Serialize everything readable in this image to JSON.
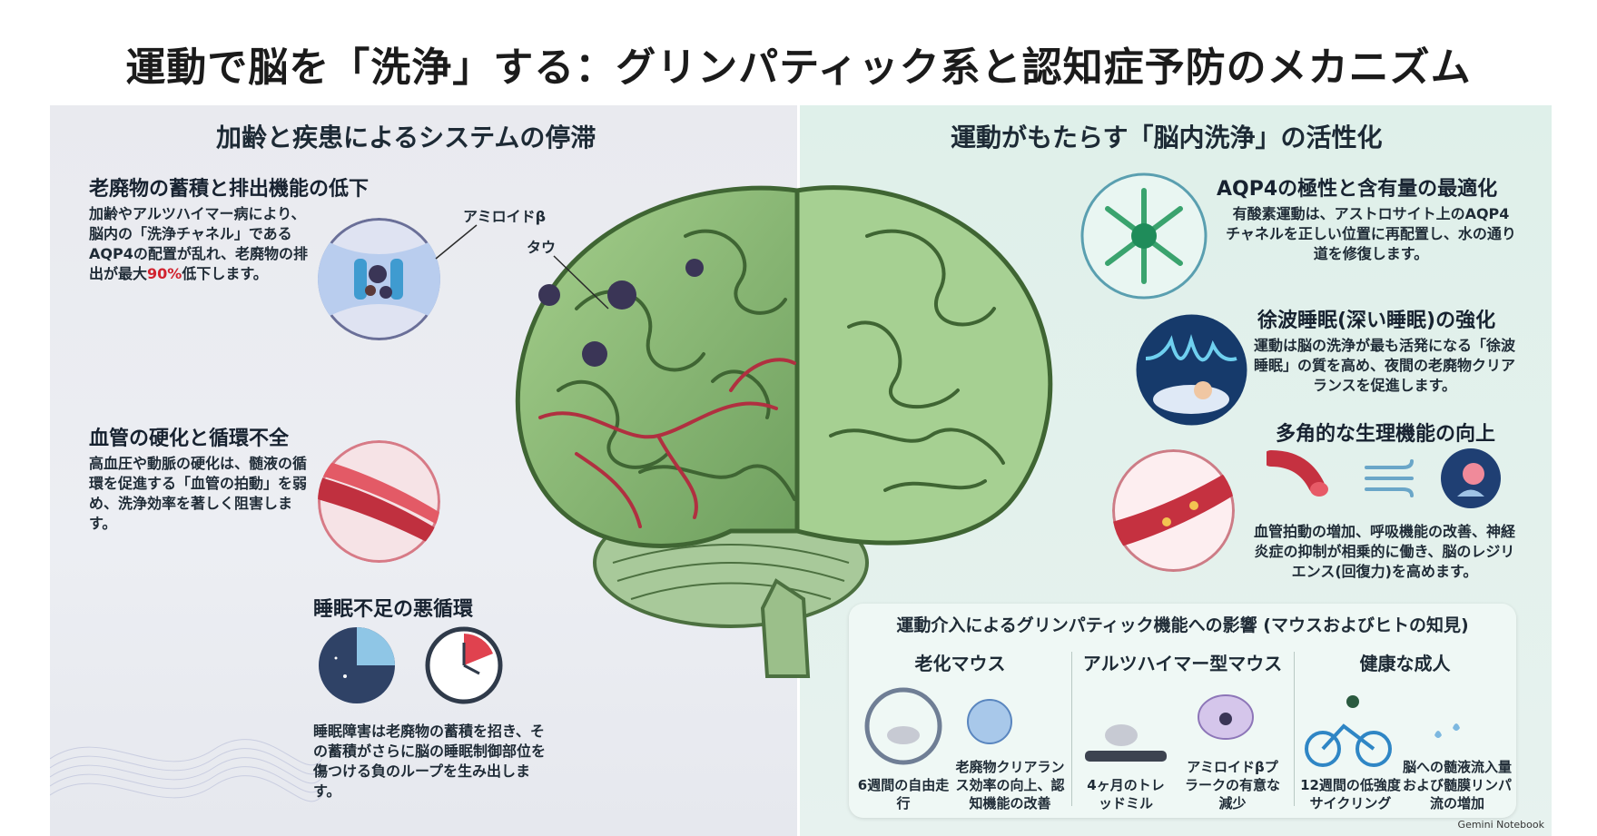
{
  "title": "運動で脳を「洗浄」する：グリンパティック系と認知症予防のメカニズム",
  "left": {
    "title": "加齢と疾患によるシステムの停滞",
    "waste": {
      "heading": "老廃物の蓄積と排出機能の低下",
      "text_pre": "加齢やアルツハイマー病により、脳内の「洗浄チャネル」であるAQP4の配置が乱れ、老廃物の排出が最大",
      "text_highlight": "90%",
      "text_post": "低下します。",
      "label_amyloid": "アミロイドβ",
      "label_tau": "タウ"
    },
    "vessel": {
      "heading": "血管の硬化と循環不全",
      "text": "高血圧や動脈の硬化は、髄液の循環を促進する「血管の拍動」を弱め、洗浄効率を著しく阻害します。"
    },
    "sleep": {
      "heading": "睡眠不足の悪循環",
      "text": "睡眠障害は老廃物の蓄積を招き、その蓄積がさらに脳の睡眠制御部位を傷つける負のループを生み出します。"
    }
  },
  "right": {
    "title": "運動がもたらす「脳内洗浄」の活性化",
    "aqp4": {
      "heading": "AQP4の極性と含有量の最適化",
      "text": "有酸素運動は、アストロサイト上のAQP4チャネルを正しい位置に再配置し、水の通り道を修復します。"
    },
    "sws": {
      "heading": "徐波睡眠(深い睡眠)の強化",
      "text": "運動は脳の洗浄が最も活発になる「徐波睡眠」の質を高め、夜間の老廃物クリアランスを促進します。"
    },
    "multi": {
      "heading": "多角的な生理機能の向上",
      "text": "血管拍動の増加、呼吸機能の改善、神経炎症の抑制が相乗的に働き、脳のレジリエンス(回復力)を高めます。"
    }
  },
  "impact": {
    "title": "運動介入によるグリンパティック機能への影響 (マウスおよびヒトの知見)",
    "columns": [
      {
        "title": "老化マウス",
        "caption1": "6週間の自由走行",
        "caption2": "老廃物クリアランス効率の向上、認知機能の改善"
      },
      {
        "title": "アルツハイマー型マウス",
        "caption1": "4ヶ月のトレッドミル",
        "caption2": "アミロイドβプラークの有意な減少"
      },
      {
        "title": "健康な成人",
        "caption1": "12週間の低強度サイクリング",
        "caption2": "脳への髄液流入量および髄膜リンパ流の増加"
      }
    ]
  },
  "watermark": "Gemini Notebook",
  "colors": {
    "left_panel": "#eceef3",
    "right_panel": "#e3f1ec",
    "brain": "#7fb06a",
    "highlight": "#d1232f"
  }
}
